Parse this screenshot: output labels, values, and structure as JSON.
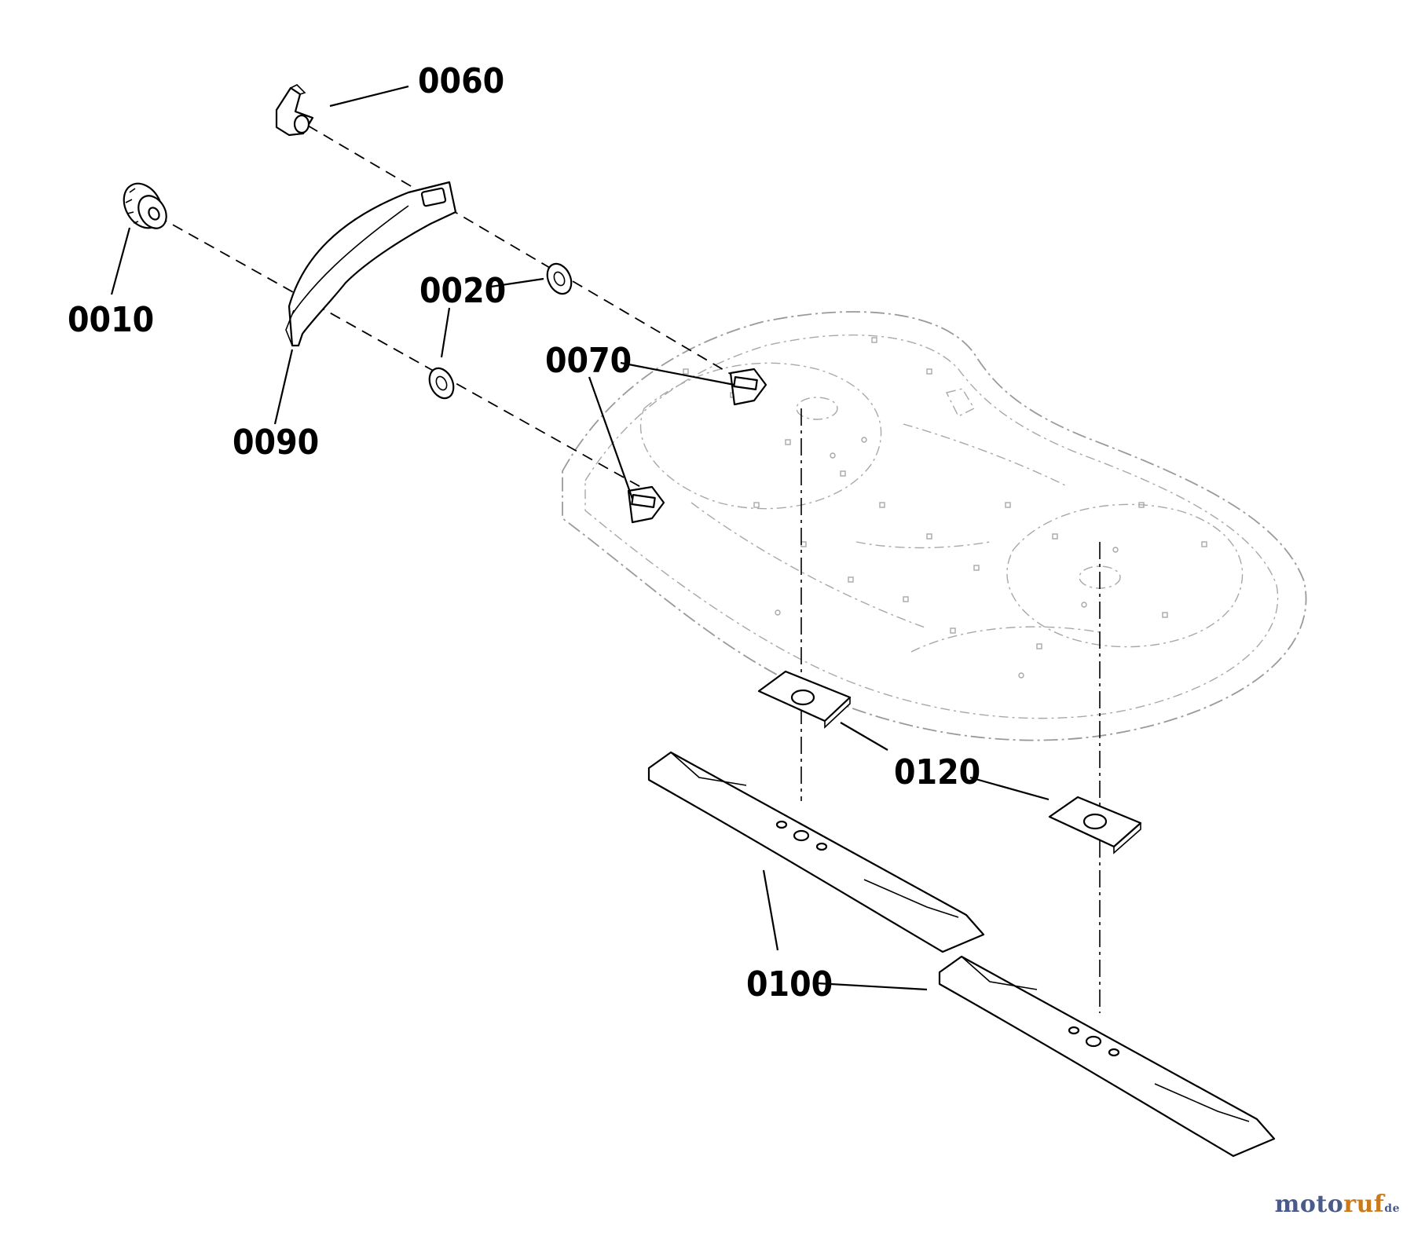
{
  "diagram": {
    "callouts": [
      {
        "id": "c0060",
        "text": "0060"
      },
      {
        "id": "c0010",
        "text": "0010"
      },
      {
        "id": "c0020",
        "text": "0020"
      },
      {
        "id": "c0070",
        "text": "0070"
      },
      {
        "id": "c0090",
        "text": "0090"
      },
      {
        "id": "c0120",
        "text": "0120"
      },
      {
        "id": "c0100",
        "text": "0100"
      }
    ]
  },
  "watermark": {
    "part1": "moto",
    "part2": "ruf",
    "part3": "de"
  }
}
